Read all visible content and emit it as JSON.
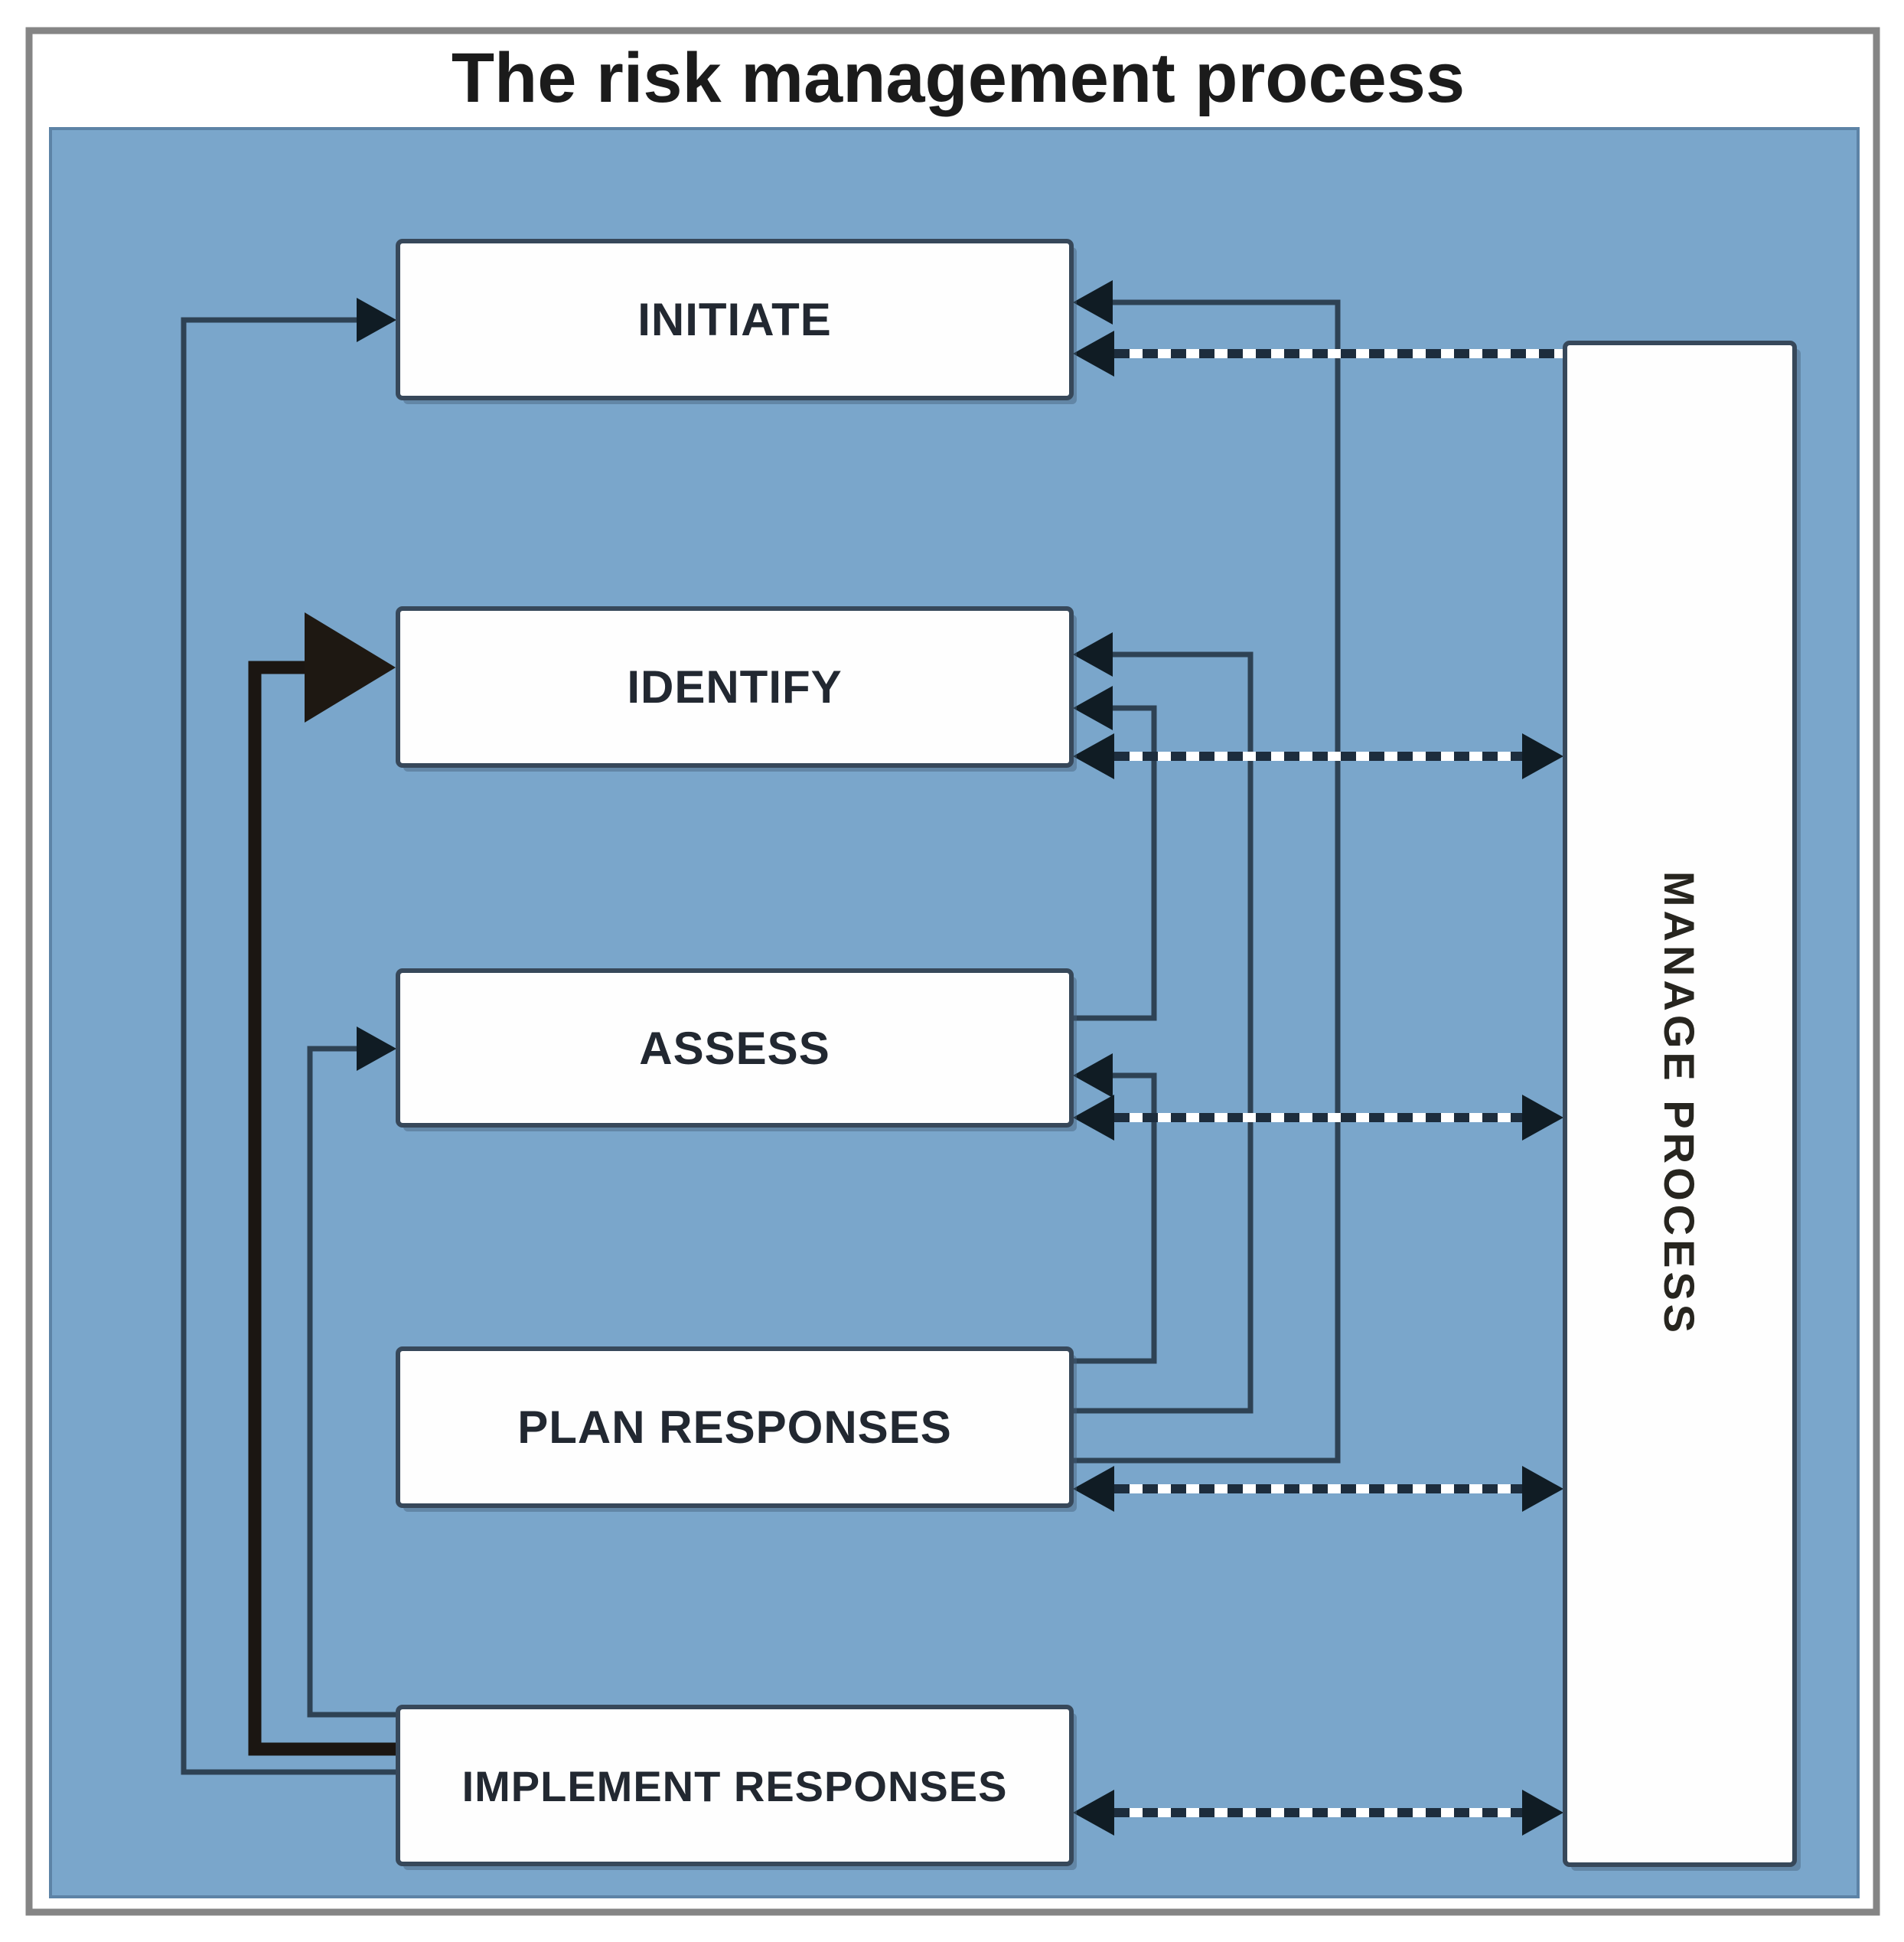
{
  "header": {
    "title": "The risk management process"
  },
  "diagram": {
    "nodes": [
      {
        "id": "initiate",
        "label": "INITIATE"
      },
      {
        "id": "identify",
        "label": "IDENTIFY"
      },
      {
        "id": "assess",
        "label": "ASSESS"
      },
      {
        "id": "plan",
        "label": "PLAN RESPONSES"
      },
      {
        "id": "implement",
        "label": "IMPLEMENT RESPONSES"
      },
      {
        "id": "manage",
        "label": "MANAGE PROCESS"
      }
    ],
    "edges": [
      {
        "from": "implement",
        "to": "initiate",
        "style": "solid",
        "weight": "normal",
        "heads": "single"
      },
      {
        "from": "implement",
        "to": "identify",
        "style": "solid",
        "weight": "heavy",
        "heads": "single"
      },
      {
        "from": "implement",
        "to": "assess",
        "style": "solid",
        "weight": "normal",
        "heads": "single"
      },
      {
        "from": "assess",
        "to": "identify",
        "style": "solid",
        "weight": "normal",
        "heads": "single"
      },
      {
        "from": "plan",
        "to": "assess",
        "style": "solid",
        "weight": "normal",
        "heads": "single"
      },
      {
        "from": "plan",
        "to": "identify",
        "style": "solid",
        "weight": "normal",
        "heads": "single"
      },
      {
        "from": "plan",
        "to": "initiate",
        "style": "solid",
        "weight": "normal",
        "heads": "single"
      },
      {
        "from": "manage",
        "to": "initiate",
        "style": "dashed",
        "weight": "normal",
        "heads": "single"
      },
      {
        "from": "identify",
        "to": "manage",
        "style": "dashed",
        "weight": "normal",
        "heads": "double"
      },
      {
        "from": "assess",
        "to": "manage",
        "style": "dashed",
        "weight": "normal",
        "heads": "double"
      },
      {
        "from": "plan",
        "to": "manage",
        "style": "dashed",
        "weight": "normal",
        "heads": "double"
      },
      {
        "from": "implement",
        "to": "manage",
        "style": "dashed",
        "weight": "normal",
        "heads": "double"
      }
    ],
    "colors": {
      "panel_blue": "#7aa6cb",
      "panel_edge": "#5d83a6",
      "box_fill": "#fefefe",
      "box_border": "#37485a",
      "solid_line": "#2e4254",
      "heavy_line": "#1b1612",
      "arrowhead": "#101c24",
      "dashed_dark": "#1d2d3d",
      "dashed_light": "#ffffff",
      "page_border": "#858585",
      "title_text": "#1b1b1b",
      "label_text": "#222831"
    }
  }
}
